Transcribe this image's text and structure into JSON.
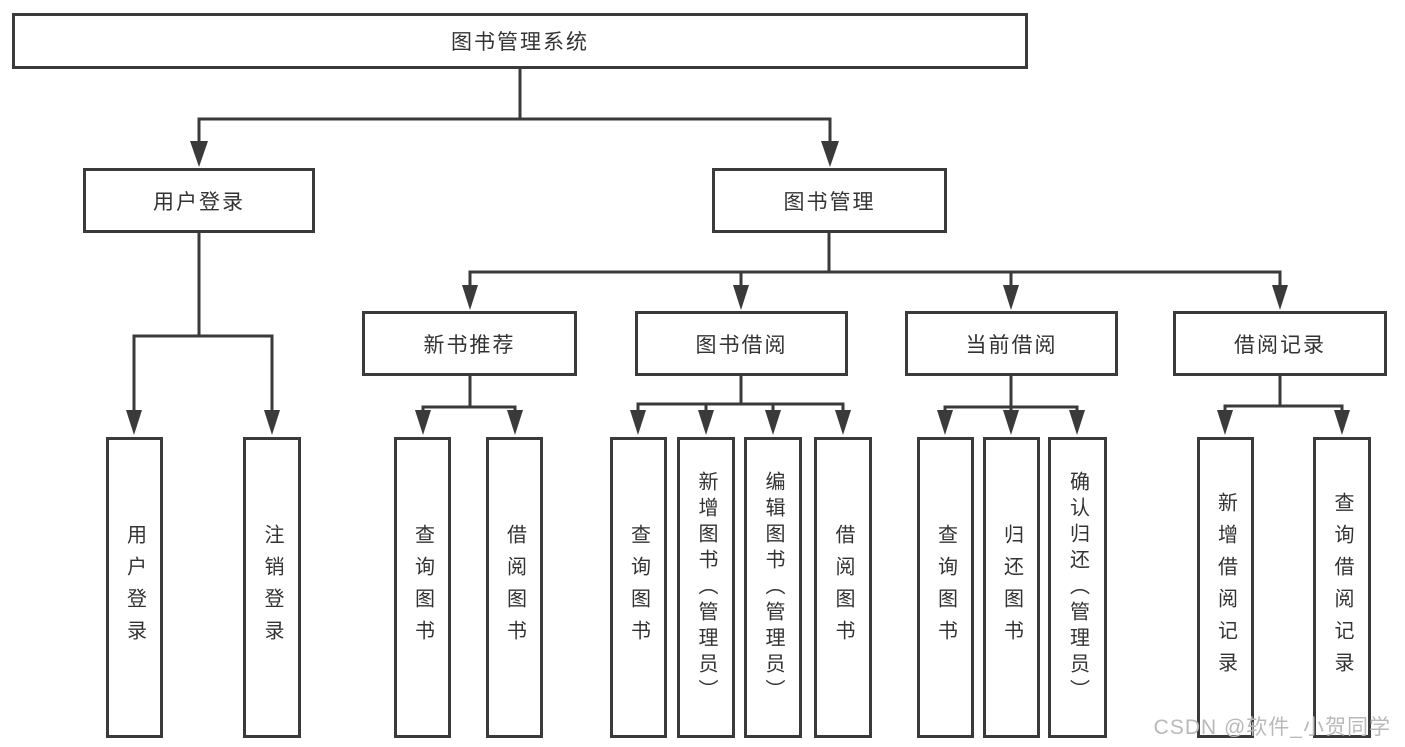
{
  "colors": {
    "line": "#3a3a3a",
    "text": "#333333",
    "watermark": "#b9b9b9",
    "background": "#ffffff"
  },
  "watermark": {
    "text": "CSDN @软件_小贺同学"
  },
  "tree": {
    "label": "图书管理系统",
    "children": [
      {
        "label": "用户登录",
        "leaves": [
          "用户登录",
          "注销登录"
        ]
      },
      {
        "label": "图书管理",
        "children": [
          {
            "label": "新书推荐",
            "leaves": [
              "查询图书",
              "借阅图书"
            ]
          },
          {
            "label": "图书借阅",
            "leaves": [
              "查询图书",
              "新增图书（管理员）",
              "编辑图书（管理员）",
              "借阅图书"
            ]
          },
          {
            "label": "当前借阅",
            "leaves": [
              "查询图书",
              "归还图书",
              "确认归还（管理员）"
            ]
          },
          {
            "label": "借阅记录",
            "leaves": [
              "新增借阅记录",
              "查询借阅记录"
            ]
          }
        ]
      }
    ]
  }
}
